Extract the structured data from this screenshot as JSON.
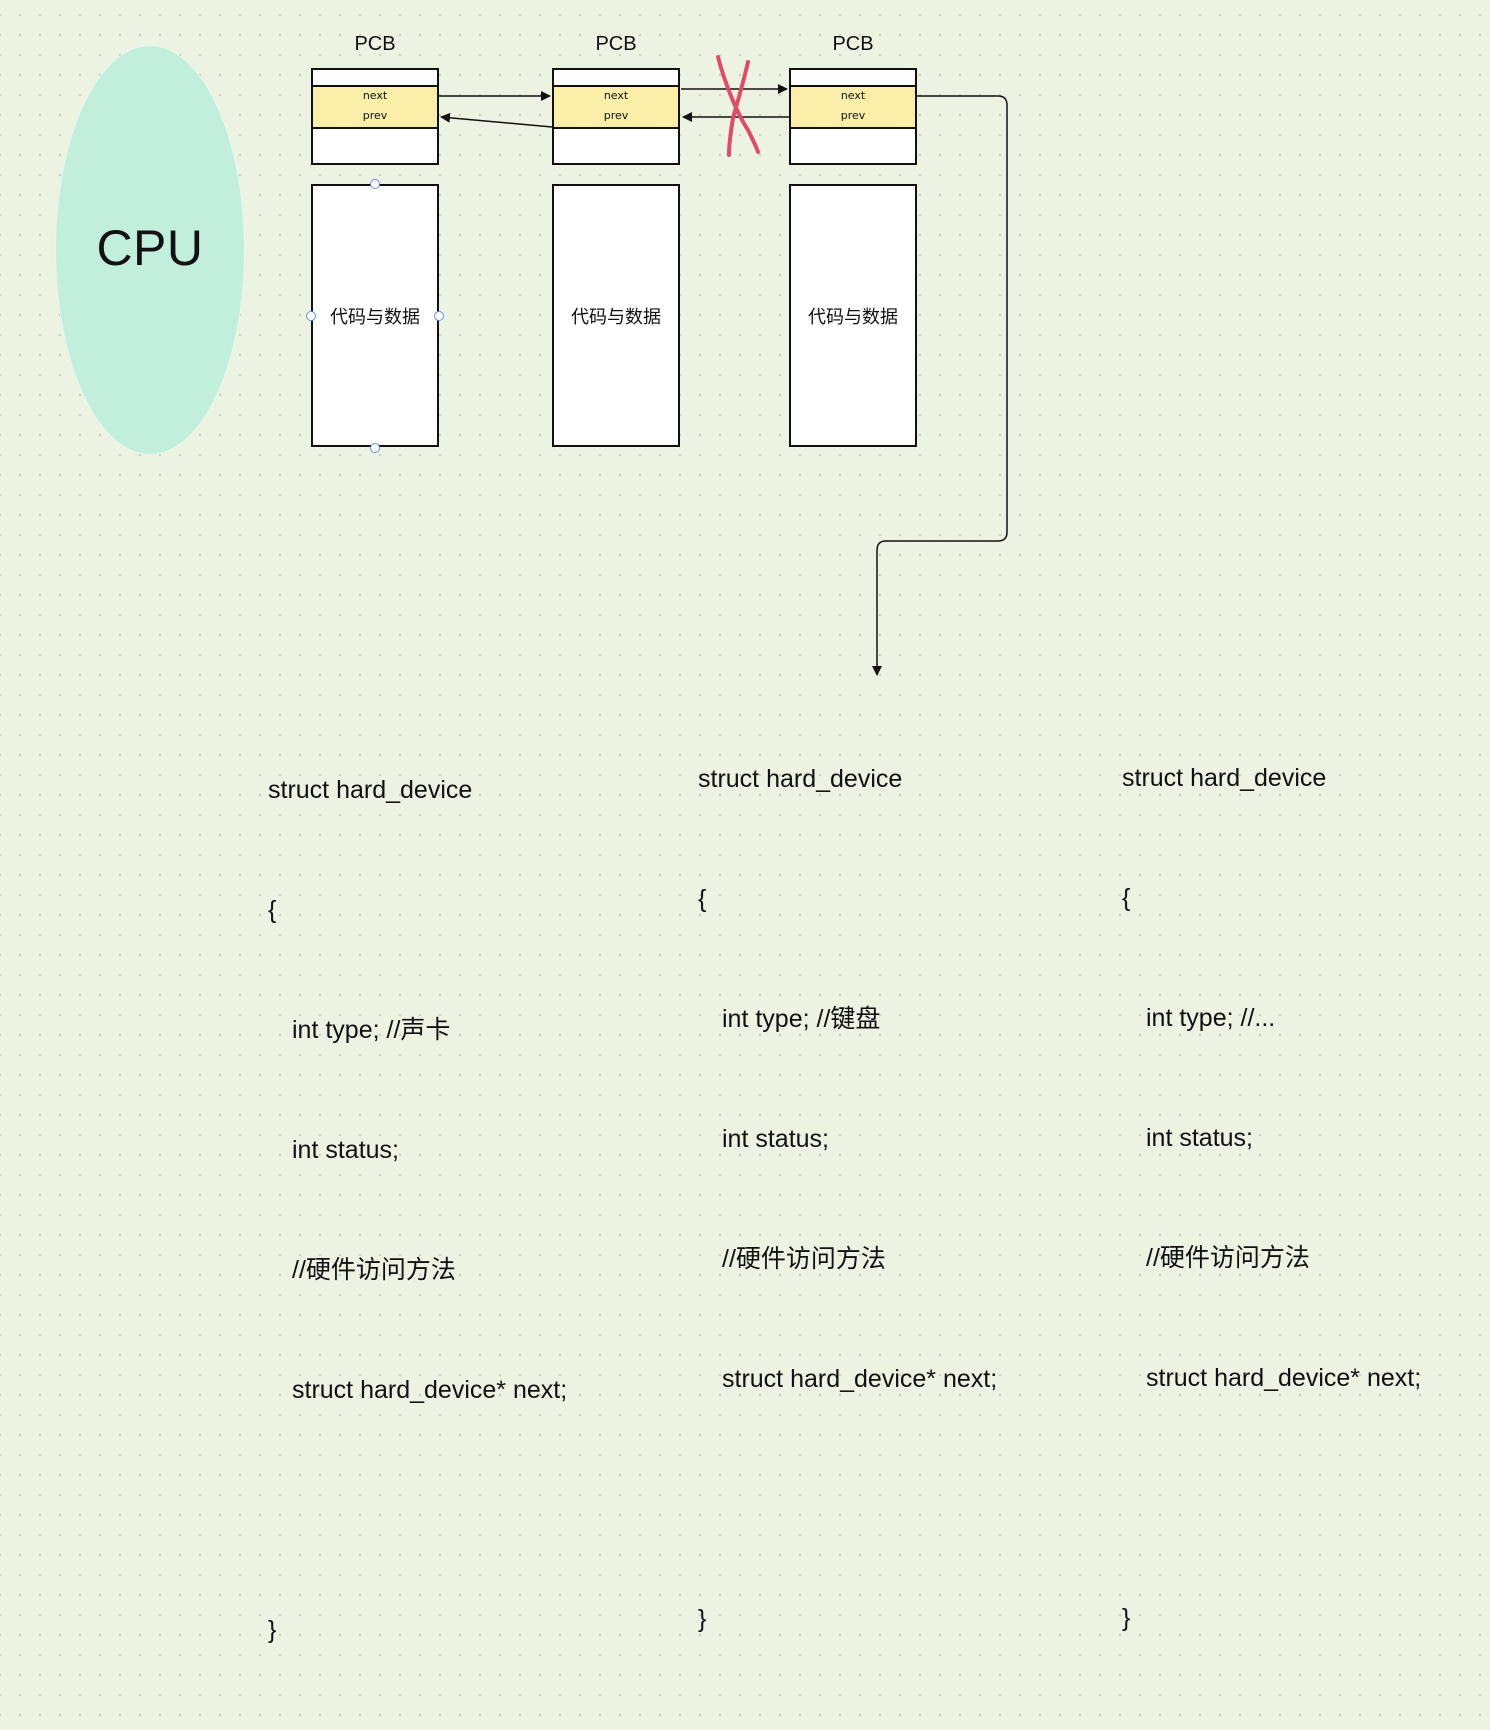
{
  "cpu": {
    "label": "CPU"
  },
  "pcbs": [
    {
      "title": "PCB",
      "next_label": "next",
      "prev_label": "prev",
      "code_label": "代码与数据"
    },
    {
      "title": "PCB",
      "next_label": "next",
      "prev_label": "prev",
      "code_label": "代码与数据"
    },
    {
      "title": "PCB",
      "next_label": "next",
      "prev_label": "prev",
      "code_label": "代码与数据"
    }
  ],
  "structs": [
    {
      "header": "struct hard_device",
      "open": "{",
      "type_line": "int type; //声卡",
      "status_line": "int status;",
      "comment_line": "//硬件访问方法",
      "next_line": "struct hard_device* next;",
      "close": "}"
    },
    {
      "header": "struct hard_device",
      "open": "{",
      "type_line": "int type; //键盘",
      "status_line": "int status;",
      "comment_line": "//硬件访问方法",
      "next_line": "struct hard_device* next;",
      "close": "}"
    },
    {
      "header": "struct hard_device",
      "open": "{",
      "type_line": "int type; //...",
      "status_line": "int status;",
      "comment_line": "//硬件访问方法",
      "next_line": "struct hard_device* next;",
      "close": "}"
    }
  ],
  "colors": {
    "background": "#edf3e3",
    "cpu_fill": "#c2efdc",
    "field_fill": "#fbeea9",
    "cross_mark": "#e24a6a",
    "selection_handle": "#5b8ff0"
  }
}
